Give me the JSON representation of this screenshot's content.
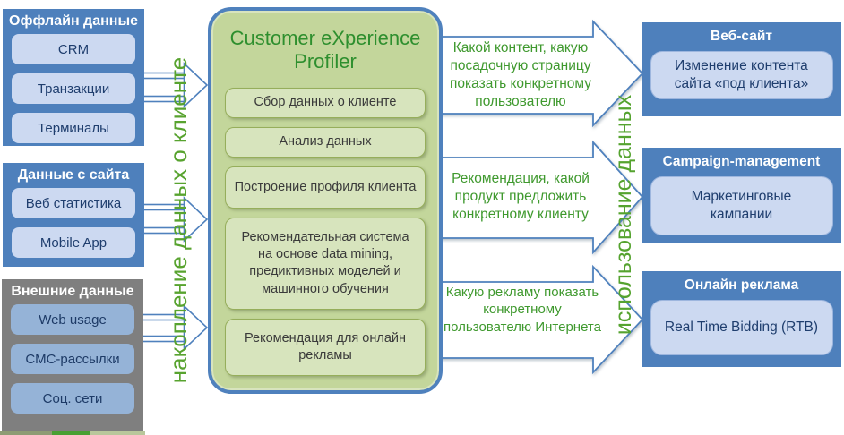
{
  "left_groups": [
    {
      "title": "Оффлайн данные",
      "items": [
        "CRM",
        "Транзакции",
        "Терминалы"
      ]
    },
    {
      "title": "Данные с сайта",
      "items": [
        "Веб статистика",
        "Mobile App"
      ]
    },
    {
      "title": "Внешние данные",
      "items": [
        "Web usage",
        "СМС-рассылки",
        "Соц. сети"
      ]
    }
  ],
  "center": {
    "title": "Customer eXperience Profiler",
    "steps": [
      "Сбор данных о клиенте",
      "Анализ данных",
      "Построение профиля клиента",
      "Рекомендательная система на основе data mining, предиктивных моделей и машинного обучения",
      "Рекомендация для онлайн рекламы"
    ]
  },
  "right_groups": [
    {
      "title": "Веб-сайт",
      "item": "Изменение контента сайта «под клиента»"
    },
    {
      "title": "Campaign-management",
      "item": "Маркетинговые кампании"
    },
    {
      "title": "Онлайн реклама",
      "item": "Real Time Bidding (RTB)"
    }
  ],
  "annotations": [
    "Какой контент, какую посадочную страницу показать конкретному пользователю",
    "Рекомендация, какой продукт предложить конкретному клиенту",
    "Какую рекламу показать конкретному пользователю Интернета"
  ],
  "vertical_labels": {
    "left": "накопление данных о клиенте",
    "right": "использование данных"
  },
  "colors": {
    "container_blue": "#4e80bc",
    "container_gray": "#7f7f7f",
    "item_light_blue": "#ccd9f1",
    "item_medium_blue": "#95b3d7",
    "center_fill_green": "#c3d69b",
    "step_fill_green": "#d7e4bd",
    "step_border_green": "#96ae5b",
    "title_green": "#2e8f2e",
    "annotation_green": "#3f992e",
    "arrow_outline_blue": "#4f81bd",
    "navy_text": "#1f3e6e"
  }
}
